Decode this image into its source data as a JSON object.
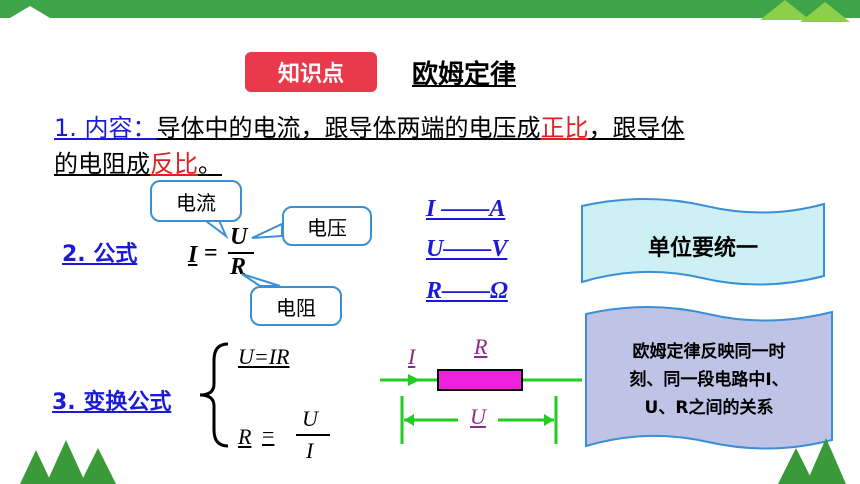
{
  "header": {
    "tag": "知识点",
    "title": "欧姆定律"
  },
  "content": {
    "label": "1. 内容：",
    "text_a": "导体中的电流，跟导体两端的电压成",
    "keyword_a": "正比",
    "text_b": "，跟导体",
    "text_c": "的电阻成",
    "keyword_b": "反比",
    "text_d": "。"
  },
  "formula": {
    "label": "2. 公式",
    "lhs": "I",
    "eq": "=",
    "num": "U",
    "den": "R",
    "callout_current": "电流",
    "callout_voltage": "电压",
    "callout_resistance": "电阻"
  },
  "units": [
    {
      "text": "I ——A"
    },
    {
      "text": "U——V"
    },
    {
      "text": "R——Ω"
    }
  ],
  "unit_note": "单位要统一",
  "transform": {
    "label": "3. 变换公式",
    "eq1": "U=IR",
    "r": "R",
    "eq": "=",
    "num": "U",
    "den": "I"
  },
  "circuit": {
    "current": "I",
    "resistor": "R",
    "voltage": "U"
  },
  "colors": {
    "accent_red": "#e83a4a",
    "blue": "#1a1ad8",
    "resistor": "#ee22dd",
    "wire": "#22cc22",
    "note_bg": "#bfc3e6",
    "note_bg2": "#ccf0f4"
  },
  "note": {
    "line1": "欧姆定律反映同一时",
    "line2": "刻、同一段电路中I、",
    "line3": "U、R之间的关系"
  }
}
